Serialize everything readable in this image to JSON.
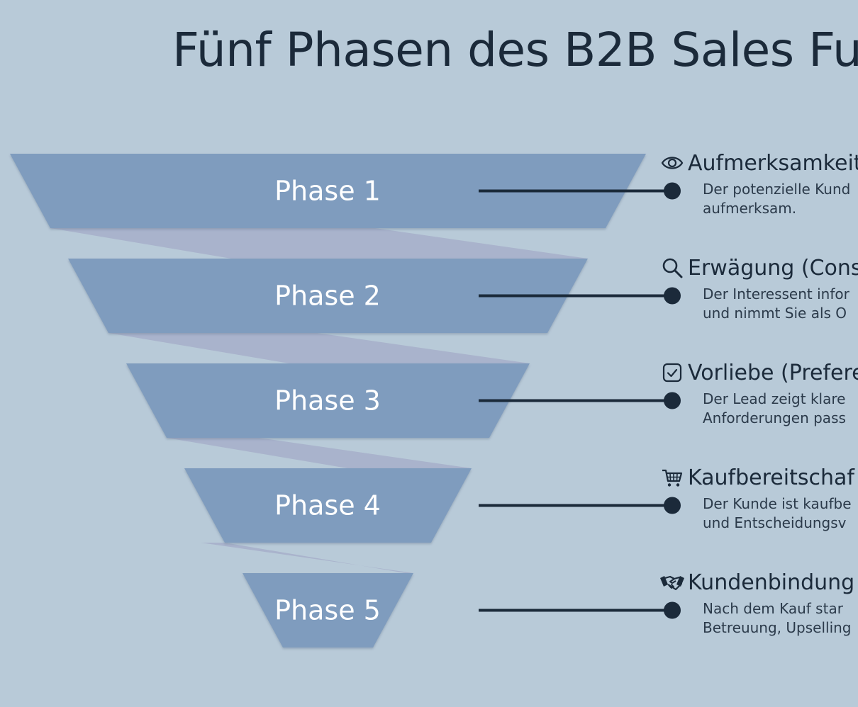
{
  "title": "Fünf Phasen des B2B Sales Fu",
  "colors": {
    "background": "#b8cad8",
    "funnel_segment": "#7f9cbe",
    "funnel_connector": "#a9b3cc",
    "text_dark": "#1b2a3a",
    "text_on_segment": "#ffffff"
  },
  "phases": [
    {
      "label": "Phase 1",
      "icon": "eye-icon",
      "title": "Aufmerksamkeit",
      "desc_lines": [
        "Der potenzielle Kund",
        "aufmerksam."
      ]
    },
    {
      "label": "Phase 2",
      "icon": "search-icon",
      "title": "Erwägung (Cons",
      "desc_lines": [
        "Der Interessent infor",
        "und nimmt Sie als O"
      ]
    },
    {
      "label": "Phase 3",
      "icon": "checkbox-icon",
      "title": "Vorliebe (Prefere",
      "desc_lines": [
        "Der Lead zeigt klare",
        "Anforderungen pass"
      ]
    },
    {
      "label": "Phase 4",
      "icon": "cart-icon",
      "title": "Kaufbereitschaf",
      "desc_lines": [
        "Der Kunde ist kaufbe",
        "und Entscheidungsv"
      ]
    },
    {
      "label": "Phase 5",
      "icon": "handshake-icon",
      "title": "Kundenbindung",
      "desc_lines": [
        "Nach dem Kauf star",
        "Betreuung, Upselling"
      ]
    }
  ]
}
